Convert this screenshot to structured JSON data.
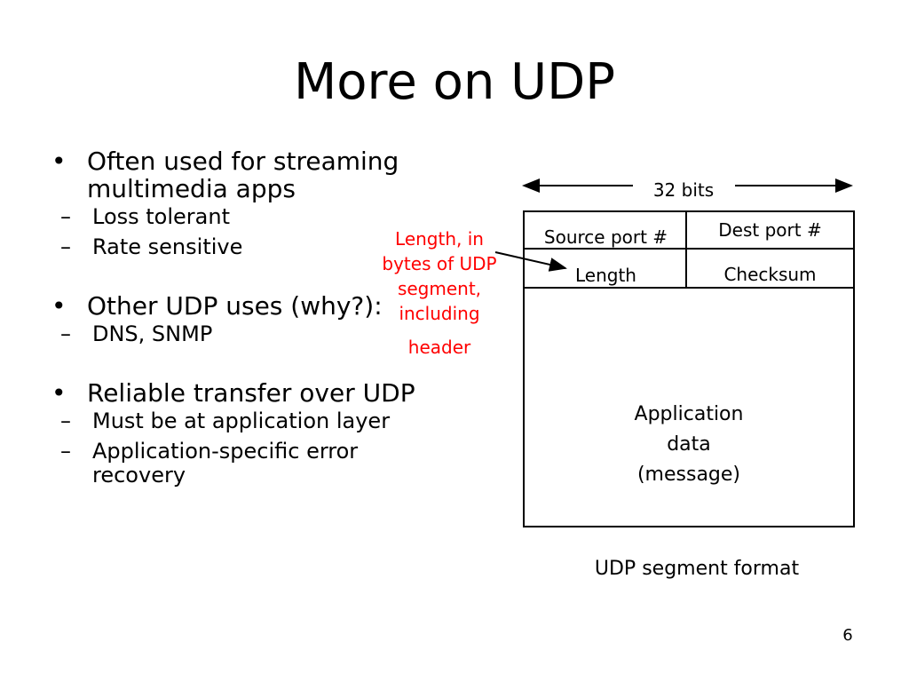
{
  "title": "More on UDP",
  "bullets": [
    {
      "text": "Often used for streaming multimedia apps",
      "subs": [
        "Loss tolerant",
        "Rate sensitive"
      ]
    },
    {
      "text": "Other UDP uses (why?):",
      "subs": [
        "DNS, SNMP"
      ]
    },
    {
      "text": "Reliable transfer over UDP",
      "subs": [
        "Must be at application layer",
        "Application-specific error recovery"
      ]
    }
  ],
  "bullet_glyph": "•",
  "sub_glyph": "–",
  "annotation": {
    "lines": [
      "Length, in",
      "bytes of UDP",
      "segment,",
      "including",
      "header"
    ],
    "color": "#ff0000"
  },
  "diagram": {
    "bits_label": "32 bits",
    "source_port": "Source port #",
    "dest_port": "Dest port #",
    "length": "Length",
    "checksum": "Checksum",
    "data_lines": [
      "Application",
      "data",
      "(message)"
    ],
    "caption": "UDP segment format"
  },
  "page_number": "6"
}
